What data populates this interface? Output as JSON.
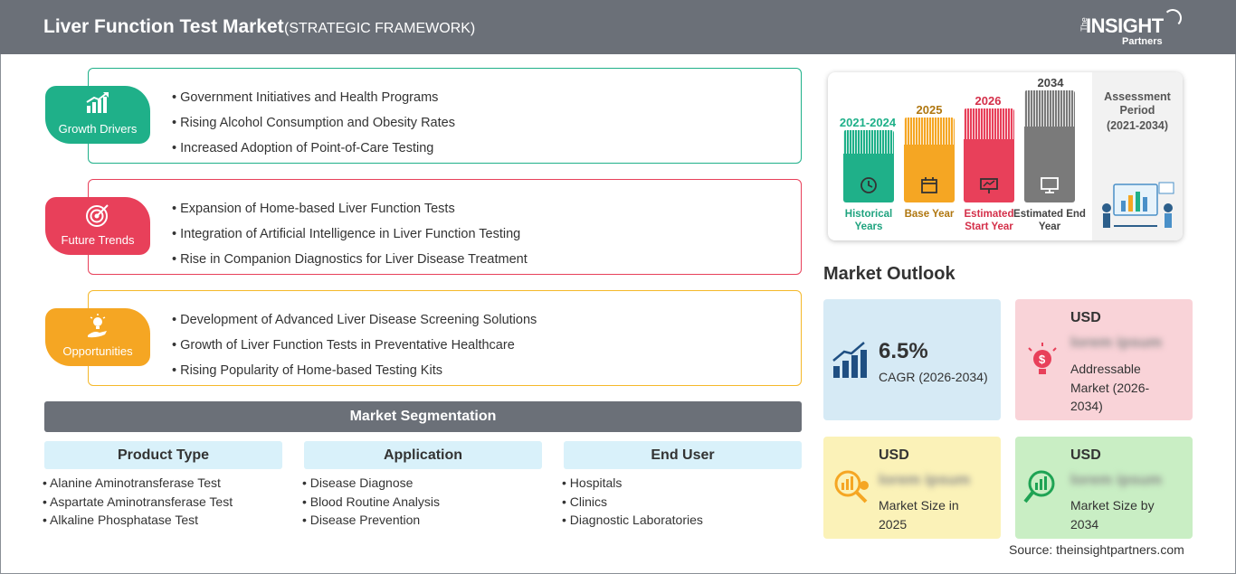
{
  "header": {
    "title": "Liver Function Test Market",
    "subtitle": "(STRATEGIC FRAMEWORK)",
    "logo": {
      "the": "The",
      "insight": "INSIGHT",
      "partners": "Partners"
    }
  },
  "framework": [
    {
      "label": "Growth Drivers",
      "color": "#1fb089",
      "icon": "growth-chart-icon",
      "items": [
        "Government Initiatives and Health Programs",
        "Rising Alcohol Consumption and Obesity Rates",
        "Increased Adoption of Point-of-Care Testing"
      ]
    },
    {
      "label": "Future Trends",
      "color": "#e8405a",
      "icon": "target-icon",
      "items": [
        "Expansion of Home-based Liver Function Tests",
        "Integration of Artificial Intelligence in Liver Function Testing",
        "Rise in Companion Diagnostics for Liver Disease Treatment"
      ]
    },
    {
      "label": "Opportunities",
      "color": "#f5a623",
      "icon": "lightbulb-hand-icon",
      "items": [
        "Development of Advanced Liver Disease Screening Solutions",
        "Growth of Liver Function Tests in Preventative Healthcare",
        "Rising Popularity of Home-based Testing Kits"
      ]
    }
  ],
  "segmentation": {
    "title": "Market Segmentation",
    "columns": [
      {
        "heading": "Product Type",
        "items": [
          "Alanine Aminotransferase Test",
          "Aspartate Aminotransferase Test",
          "Alkaline Phosphatase Test"
        ]
      },
      {
        "heading": "Application",
        "items": [
          "Disease Diagnose",
          "Blood Routine Analysis",
          "Disease Prevention"
        ]
      },
      {
        "heading": "End User",
        "items": [
          "Hospitals",
          "Clinics",
          "Diagnostic Laboratories"
        ]
      }
    ]
  },
  "timeline": {
    "bars": [
      {
        "year": "2021-2024",
        "label": "Historical Years",
        "color": "#1fb089",
        "icon": "history-icon"
      },
      {
        "year": "2025",
        "label": "Base Year",
        "color": "#f5a623",
        "icon": "calendar-icon"
      },
      {
        "year": "2026",
        "label": "Estimated Start Year",
        "color": "#e8405a",
        "icon": "presentation-icon"
      },
      {
        "year": "2034",
        "label": "Estimated End Year",
        "color": "#7a7a7a",
        "icon": "monitor-chart-icon"
      }
    ],
    "assessment": {
      "title": "Assessment Period",
      "period": "(2021-2034)"
    }
  },
  "outlook": {
    "title": "Market Outlook",
    "cagr": {
      "value": "6.5%",
      "label": "CAGR (2026-2034)",
      "color": "#d6eaf5"
    },
    "addressable": {
      "currency": "USD",
      "value": "lorem ipsum",
      "label": "Addressable Market (2026-2034)",
      "color": "#f9d3d8"
    },
    "size2025": {
      "currency": "USD",
      "value": "lorem ipsum",
      "label": "Market Size in 2025",
      "color": "#fbf2b8"
    },
    "size2034": {
      "currency": "USD",
      "value": "lorem ipsum",
      "label": "Market Size by 2034",
      "color": "#c9eec4"
    }
  },
  "source": "Source: theinsightpartners.com"
}
